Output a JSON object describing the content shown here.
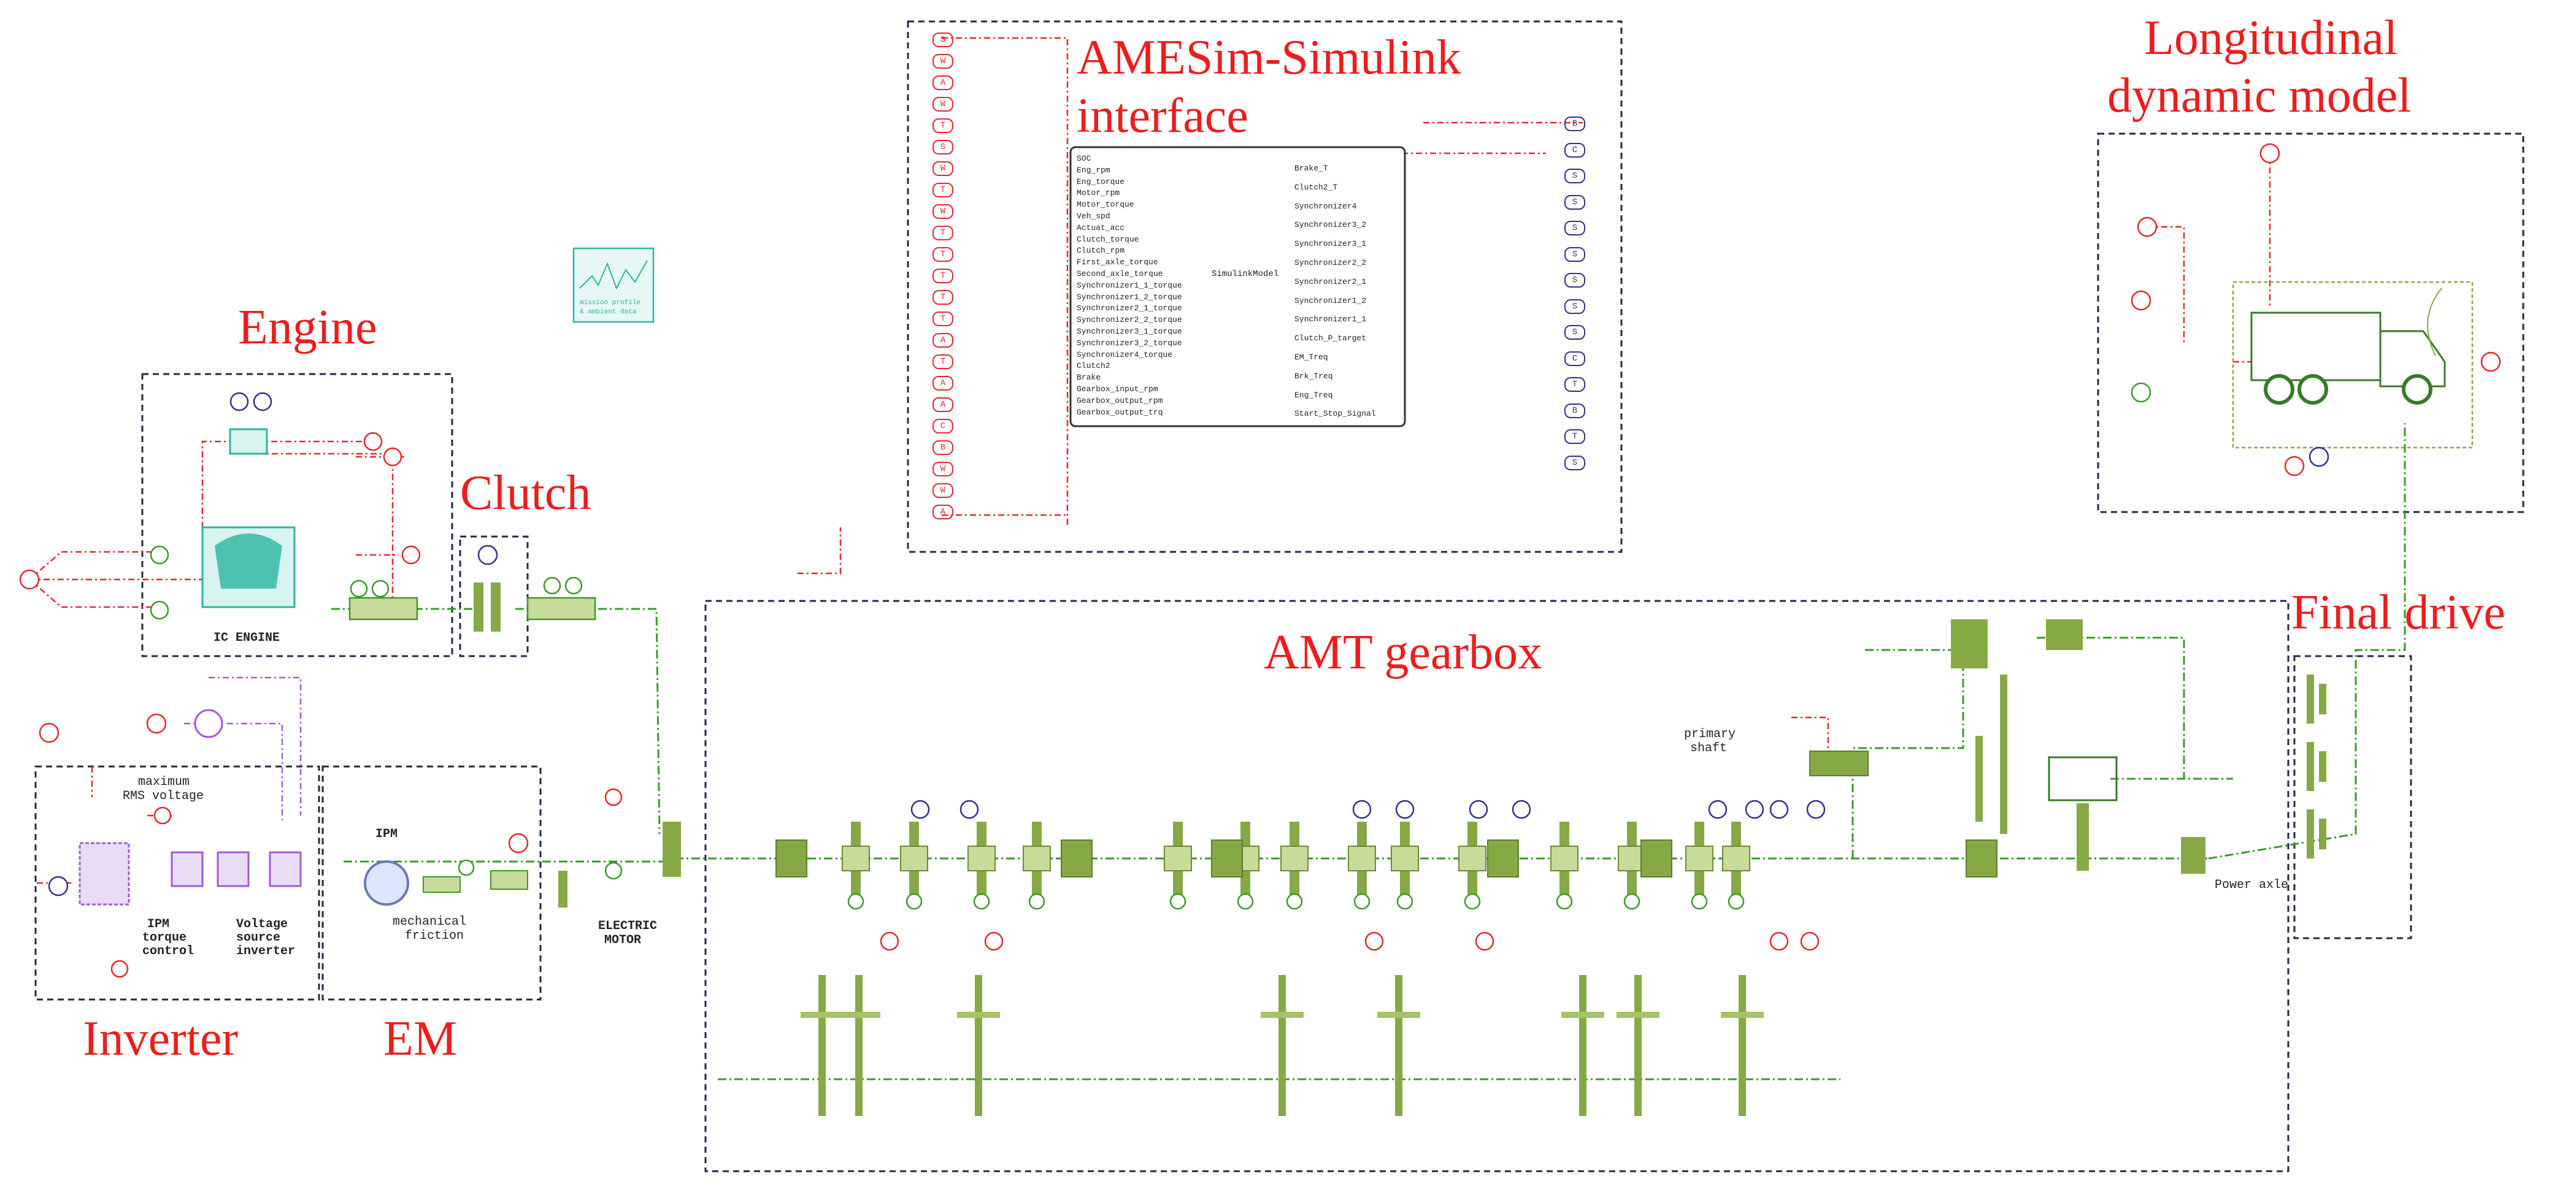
{
  "colors": {
    "title": "#ee1c1c",
    "signal": "#e8262a",
    "mechanical": "#3a9a2a",
    "gear_body": "#86a945",
    "electric": "#a259d9",
    "sensor_blue": "#30308c",
    "frame": "#1f2a44",
    "teal": "#2bb5a0"
  },
  "blocks": {
    "interface": {
      "title_line1": "AMESim-Simulink",
      "title_line2": "interface",
      "model_label": "SimulinkModel"
    },
    "longitudinal": {
      "title_line1": "Longitudinal",
      "title_line2": "dynamic  model"
    },
    "engine": {
      "title": "Engine",
      "label": "IC ENGINE"
    },
    "clutch": {
      "title": "Clutch"
    },
    "amt": {
      "title": "AMT gearbox",
      "primary_shaft_line1": "primary",
      "primary_shaft_line2": "shaft"
    },
    "final_drive": {
      "title": "Final drive",
      "power_axle": "Power axle"
    },
    "inverter": {
      "title": "Inverter",
      "max_rms_line1": "maximum",
      "max_rms_line2": "RMS voltage",
      "ipm_line1": "IPM",
      "ipm_line2": "torque",
      "ipm_line3": "control",
      "voltage_line1": "Voltage",
      "voltage_line2": "source",
      "voltage_line3": "inverter"
    },
    "em": {
      "title": "EM",
      "ipm": "IPM",
      "friction_line1": "mechanical",
      "friction_line2": "friction",
      "electric_motor_line1": "ELECTRIC",
      "electric_motor_line2": "MOTOR"
    },
    "mission": {
      "line1": "mission profile",
      "line2": "& ambient data"
    }
  },
  "interface_inputs": [
    "SOC",
    "Eng_rpm",
    "Eng_torque",
    "Motor_rpm",
    "Motor_torque",
    "Veh_spd",
    "Actuat_acc",
    "Clutch_torque",
    "Clutch_rpm",
    "First_axle_torque",
    "Second_axle_torque",
    "Synchronizer1_1_torque",
    "Synchronizer1_2_torque",
    "Synchronizer2_1_torque",
    "Synchronizer2_2_torque",
    "Synchronizer3_1_torque",
    "Synchronizer3_2_torque",
    "Synchronizer4_torque",
    "Clutch2",
    "Brake",
    "Gearbox_input_rpm",
    "Gearbox_output_rpm",
    "Gearbox_output_trq"
  ],
  "interface_outputs": [
    "Brake_T",
    "Clutch2_T",
    "Synchronizer4",
    "Synchronizer3_2",
    "Synchronizer3_1",
    "Synchronizer2_2",
    "Synchronizer2_1",
    "Synchronizer1_2",
    "Synchronizer1_1",
    "Clutch_P_target",
    "EM_Treq",
    "Brk_Treq",
    "Eng_Treq",
    "Start_Stop_Signal"
  ],
  "interface_left_ports": [
    "S",
    "W",
    "A",
    "W",
    "T",
    "S",
    "W",
    "T",
    "W",
    "T",
    "T",
    "T",
    "T",
    "T",
    "A",
    "T",
    "A",
    "A",
    "C",
    "B",
    "W",
    "W",
    "A"
  ],
  "interface_right_ports": [
    "B",
    "C",
    "S",
    "S",
    "S",
    "S",
    "S",
    "S",
    "S",
    "C",
    "T",
    "B",
    "T",
    "S"
  ]
}
